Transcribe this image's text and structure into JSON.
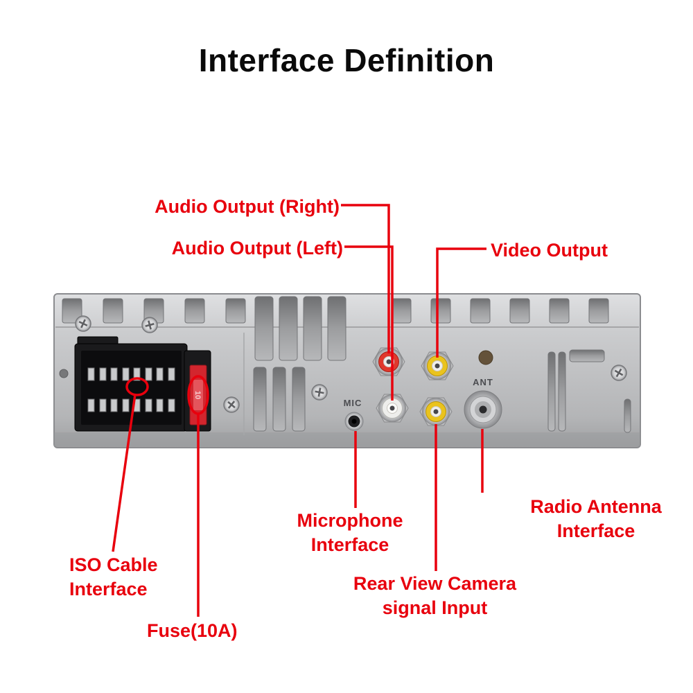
{
  "title": "Interface Definition",
  "callouts": {
    "audio_right": "Audio Output (Right)",
    "audio_left": "Audio Output (Left)",
    "video_output": "Video Output",
    "microphone": "Microphone\nInterface",
    "rear_camera": "Rear View Camera\nsignal Input",
    "radio_antenna": "Radio Antenna\nInterface",
    "iso_cable": "ISO Cable\nInterface",
    "fuse": "Fuse(10A)"
  },
  "panel_markings": {
    "mic": "MIC",
    "ant": "ANT",
    "fuse_rating": "10"
  },
  "colors": {
    "callout_red": "#e8000d",
    "title_black": "#0a0a0a",
    "chassis_gray": "#c6c7c9",
    "jack_red": "#e0382c",
    "jack_yellow": "#eac31e",
    "jack_white": "#eeeeec"
  }
}
